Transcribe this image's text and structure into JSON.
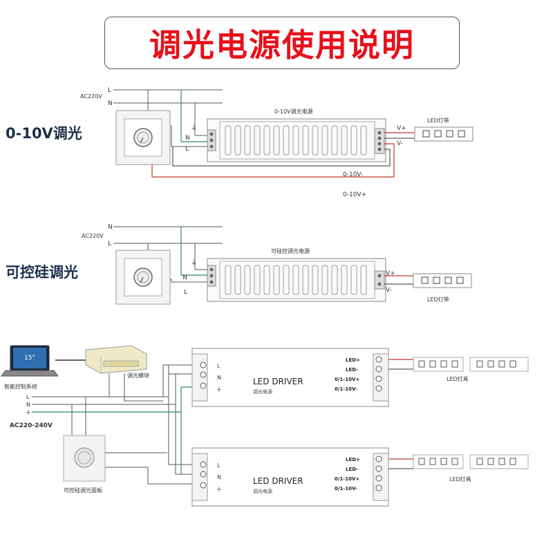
{
  "title": "调光电源使用说明",
  "section1": {
    "label": "0-10V调光",
    "ac_label": "AC220V",
    "line_L": "L",
    "line_N": "N",
    "terminal_earth": "⏚",
    "terminal_N": "N",
    "terminal_L": "L",
    "driver_label": "0-10V调光电源",
    "out_vplus": "V+",
    "out_vminus": "V-",
    "strip_label": "LED灯带",
    "ctrl_minus": "0-10V-",
    "ctrl_plus": "0-10V+"
  },
  "section2": {
    "label": "可控硅调光",
    "ac_label": "AC220V",
    "line_N": "N",
    "line_L": "L",
    "terminal_earth": "⏚",
    "terminal_N": "N",
    "terminal_L": "L",
    "driver_label": "可硅控调光电源",
    "out_vplus": "V+",
    "out_vminus": "V-",
    "strip_label": "LED灯带"
  },
  "section3": {
    "laptop_screen": "15\"",
    "laptop_label": "智能控制系统",
    "module_label": "调光模块",
    "ac_L": "L",
    "ac_N": "N",
    "ac_E": "⏚",
    "ac_label": "AC220-240V",
    "panel_label": "可控硅调光面板",
    "driver1": {
      "title": "LED DRIVER",
      "sub": "调光电源",
      "in_L": "L",
      "in_N": "N",
      "in_E": "⏚",
      "out1": "LED+",
      "out2": "LED-",
      "out3": "0/1-10V+",
      "out4": "0/1-10V-",
      "strip_label": "LED灯具"
    },
    "driver2": {
      "title": "LED DRIVER",
      "sub": "调光电源",
      "in_L": "L",
      "in_N": "N",
      "in_E": "⏚",
      "out1": "LED+",
      "out2": "LED-",
      "out3": "0/1-10V+",
      "out4": "0/1-10V-",
      "strip_label": "LED灯具"
    }
  },
  "colors": {
    "title_red": "#e8101a",
    "wire_red": "#c0392b",
    "wire_green": "#2e8b57",
    "wire_dark": "#333333",
    "label_navy": "#1d2f4a"
  }
}
